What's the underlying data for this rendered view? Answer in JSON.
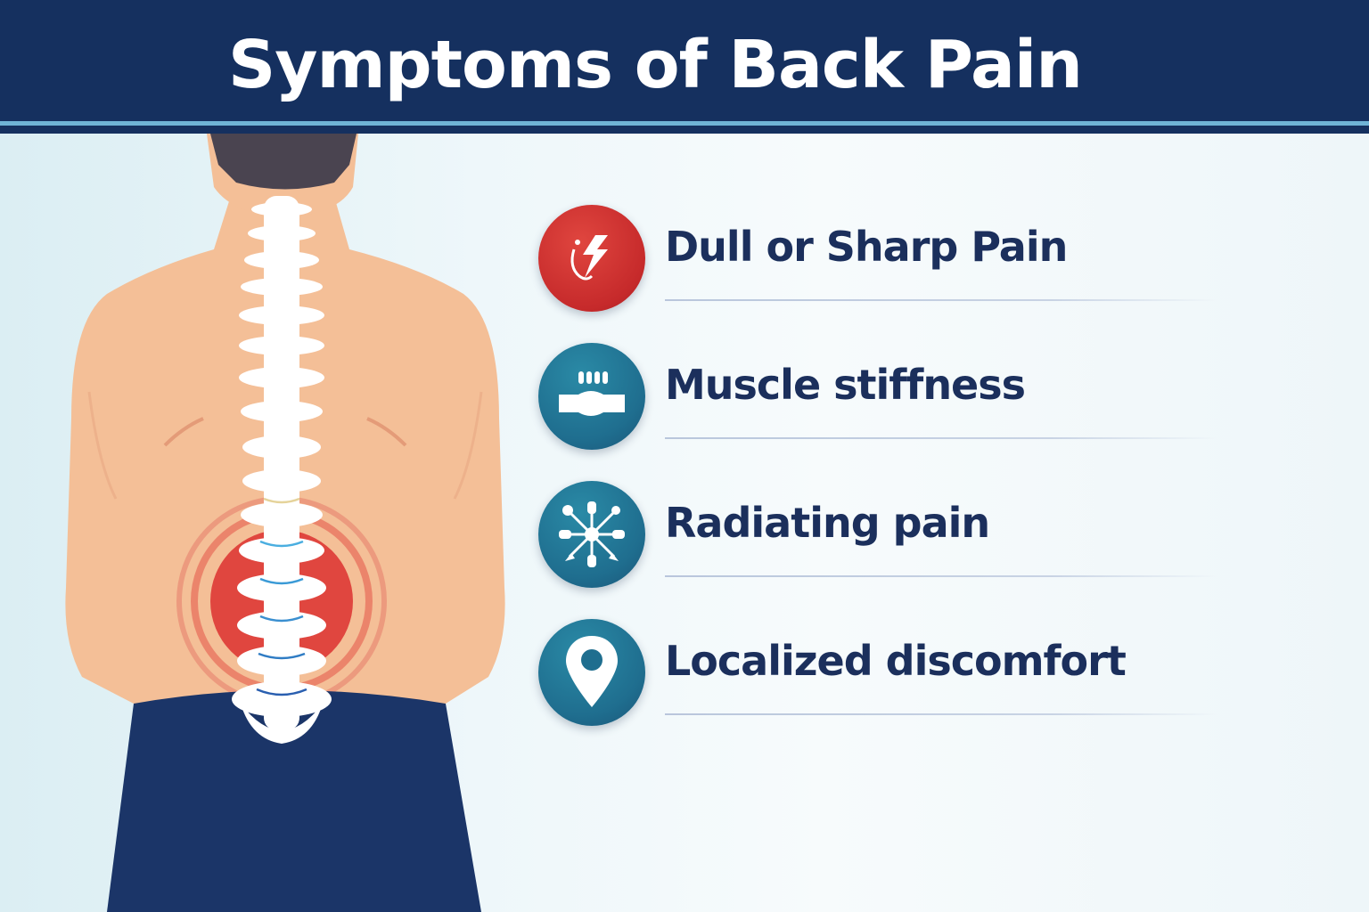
{
  "header": {
    "title": "Symptoms of Back Pain"
  },
  "figure": {
    "description": "Back view of a person with spine highlighted; red pain rings over lower back",
    "colors": {
      "skin": "#f4bf97",
      "skin_shadow": "#e49b78",
      "hair": "#4a4450",
      "pants": "#1b3568",
      "spine": "#ffffff",
      "pain_red": "#e0463f"
    }
  },
  "symptoms": [
    {
      "label": "Dull or Sharp Pain",
      "icon": "lightning-bolt-icon",
      "color": "#c62a2b"
    },
    {
      "label": "Muscle stiffness",
      "icon": "clenched-fist-muscle-icon",
      "color": "#1f6e8f"
    },
    {
      "label": "Radiating pain",
      "icon": "radiating-arrows-icon",
      "color": "#1f6e8f"
    },
    {
      "label": "Localized discomfort",
      "icon": "location-pin-icon",
      "color": "#1f6e8f"
    }
  ],
  "colors": {
    "header_bg": "#15305f",
    "header_stripe": "#6fb3d6",
    "text_dark": "#1b2f5c"
  }
}
